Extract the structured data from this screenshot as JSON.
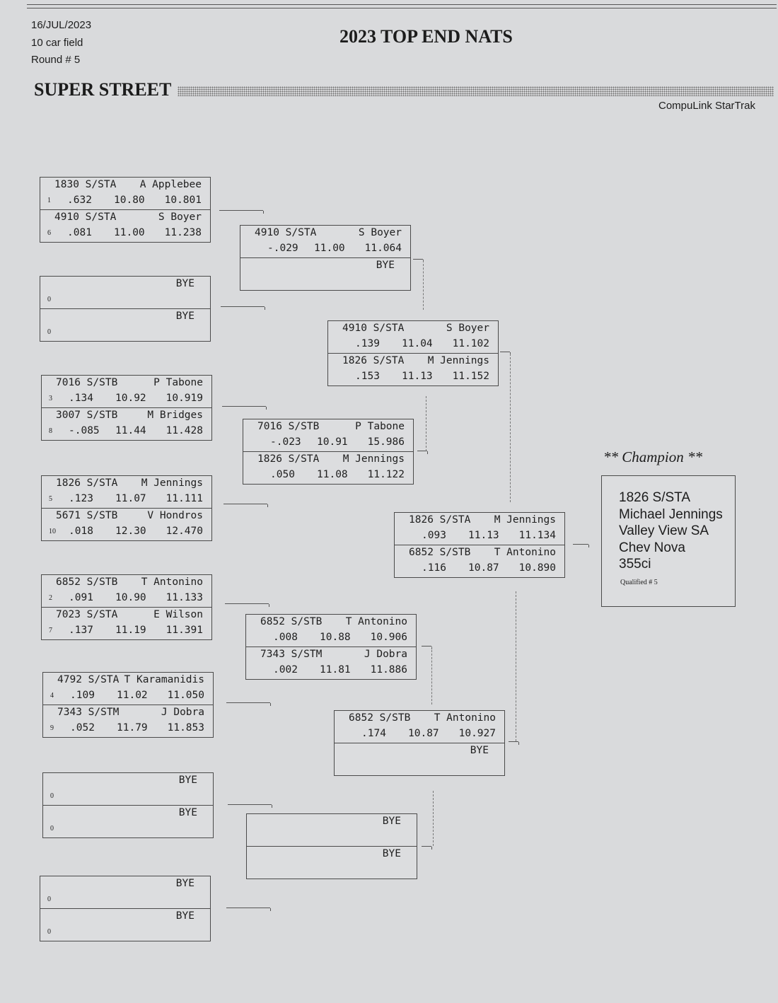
{
  "header": {
    "date": "16/JUL/2023",
    "field": "10 car field",
    "round": "Round # 5",
    "title": "2023 TOP END NATS",
    "class_name": "SUPER STREET",
    "brand": "CompuLink StarTrak"
  },
  "round1": [
    {
      "a": {
        "car": "1830 S/STA",
        "name": "A Applebee",
        "seed": "1",
        "rt": ".632",
        "et": "10.80",
        "spd": "10.801"
      },
      "b": {
        "car": "4910 S/STA",
        "name": "S Boyer",
        "seed": "6",
        "rt": ".081",
        "et": "11.00",
        "spd": "11.238"
      }
    },
    {
      "a": {
        "bye": "BYE",
        "seed": "0"
      },
      "b": {
        "bye": "BYE",
        "seed": "0"
      }
    },
    {
      "a": {
        "car": "7016 S/STB",
        "name": "P Tabone",
        "seed": "3",
        "rt": ".134",
        "et": "10.92",
        "spd": "10.919"
      },
      "b": {
        "car": "3007 S/STB",
        "name": "M Bridges",
        "seed": "8",
        "rt": "-.085",
        "et": "11.44",
        "spd": "11.428"
      }
    },
    {
      "a": {
        "car": "1826 S/STA",
        "name": "M Jennings",
        "seed": "5",
        "rt": ".123",
        "et": "11.07",
        "spd": "11.111"
      },
      "b": {
        "car": "5671 S/STB",
        "name": "V Hondros",
        "seed": "10",
        "rt": ".018",
        "et": "12.30",
        "spd": "12.470"
      }
    },
    {
      "a": {
        "car": "6852 S/STB",
        "name": "T Antonino",
        "seed": "2",
        "rt": ".091",
        "et": "10.90",
        "spd": "11.133"
      },
      "b": {
        "car": "7023 S/STA",
        "name": "E Wilson",
        "seed": "7",
        "rt": ".137",
        "et": "11.19",
        "spd": "11.391"
      }
    },
    {
      "a": {
        "car": "4792 S/STA",
        "name": "T Karamanidis",
        "seed": "4",
        "rt": ".109",
        "et": "11.02",
        "spd": "11.050"
      },
      "b": {
        "car": "7343 S/STM",
        "name": "J Dobra",
        "seed": "9",
        "rt": ".052",
        "et": "11.79",
        "spd": "11.853"
      }
    },
    {
      "a": {
        "bye": "BYE",
        "seed": "0"
      },
      "b": {
        "bye": "BYE",
        "seed": "0"
      }
    },
    {
      "a": {
        "bye": "BYE",
        "seed": "0"
      },
      "b": {
        "bye": "BYE",
        "seed": "0"
      }
    }
  ],
  "round2": [
    {
      "a": {
        "car": "4910 S/STA",
        "name": "S Boyer",
        "rt": "-.029",
        "et": "11.00",
        "spd": "11.064"
      },
      "b": {
        "bye": "BYE"
      }
    },
    {
      "a": {
        "car": "7016 S/STB",
        "name": "P Tabone",
        "rt": "-.023",
        "et": "10.91",
        "spd": "15.986"
      },
      "b": {
        "car": "1826 S/STA",
        "name": "M Jennings",
        "rt": ".050",
        "et": "11.08",
        "spd": "11.122"
      }
    },
    {
      "a": {
        "car": "6852 S/STB",
        "name": "T Antonino",
        "rt": ".008",
        "et": "10.88",
        "spd": "10.906"
      },
      "b": {
        "car": "7343 S/STM",
        "name": "J Dobra",
        "rt": ".002",
        "et": "11.81",
        "spd": "11.886"
      }
    },
    {
      "a": {
        "bye": "BYE"
      },
      "b": {
        "bye": "BYE"
      }
    }
  ],
  "round3": [
    {
      "a": {
        "car": "4910 S/STA",
        "name": "S Boyer",
        "rt": ".139",
        "et": "11.04",
        "spd": "11.102"
      },
      "b": {
        "car": "1826 S/STA",
        "name": "M Jennings",
        "rt": ".153",
        "et": "11.13",
        "spd": "11.152"
      }
    },
    {
      "a": {
        "car": "6852 S/STB",
        "name": "T Antonino",
        "rt": ".174",
        "et": "10.87",
        "spd": "10.927"
      },
      "b": {
        "bye": "BYE"
      }
    }
  ],
  "final": [
    {
      "a": {
        "car": "1826 S/STA",
        "name": "M Jennings",
        "rt": ".093",
        "et": "11.13",
        "spd": "11.134"
      },
      "b": {
        "car": "6852 S/STB",
        "name": "T Antonino",
        "rt": ".116",
        "et": "10.87",
        "spd": "10.890"
      }
    }
  ],
  "champion": {
    "label": "** Champion **",
    "car": "1826 S/STA",
    "driver": "Michael Jennings",
    "location": "Valley View SA",
    "vehicle": "Chev Nova",
    "engine": "355ci",
    "qualified": "Qualified # 5"
  }
}
